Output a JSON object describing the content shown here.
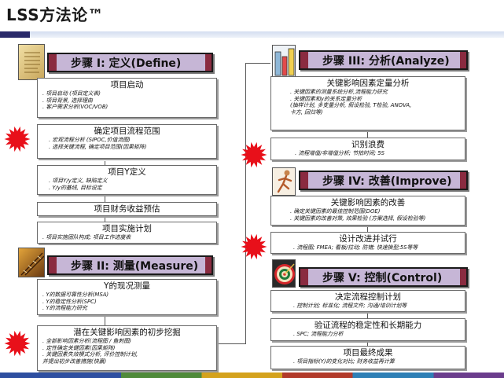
{
  "title": "LSS方法论™",
  "steps": [
    {
      "key": "define",
      "label": "步骤 I:  定义(Define)",
      "icon": "scroll-icon",
      "boxes": [
        {
          "title": "项目启动",
          "lines": [
            ". 项目启动 (项目定义表)",
            ". 项目背景, 选择理由",
            ". 客户需求分析(VOC/VOB)"
          ]
        },
        {
          "title": "确定项目流程范围",
          "lines": [
            ". 宏观流程分析 (SIPOC,价值流图)",
            ". 选择关键流程, 确定项目范围(因果矩阵)"
          ]
        },
        {
          "title": "项目Y定义",
          "lines": [
            ". 项目Y/y定义, 缺陷定义",
            ". Y/y的基线, 目标设定"
          ]
        },
        {
          "title": "项目财务收益预估",
          "lines": []
        },
        {
          "title": "项目实施计划",
          "lines": [
            ". 项目实施团队构成;  项目工作进度表"
          ]
        }
      ]
    },
    {
      "key": "measure",
      "label": "步骤 II:  测量(Measure)",
      "icon": "ruler-icon",
      "boxes": [
        {
          "title": "Y的现况测量",
          "lines": [
            ". Y的数据可靠性分析(MSA)",
            ". Y的稳定性分析(SPC)",
            ". Y的流程能力研究"
          ]
        },
        {
          "title": "潜在关键影响因素的初步挖掘",
          "lines": [
            ". 全部影响因素分析(流程图  / 鱼刺图)",
            ". 定性确定关键因素(因果矩阵)",
            ". 关键因素失效模式分析, 评价控制计划,",
            "  并提出初步改善措施(快赢)"
          ]
        }
      ]
    },
    {
      "key": "analyze",
      "label": "步骤 III:  分析(Analyze)",
      "icon": "flask-icon",
      "boxes": [
        {
          "title": "关键影响因素定量分析",
          "lines": [
            ". 关键因素的测量系统分析,流程能力研究",
            ". 关键因素和y的关系定量分析",
            "  (抽样计划, 多变量分析, 假设检验, T检验, ANOVA,",
            "  卡方, 回归等)"
          ]
        },
        {
          "title": "识别浪费",
          "lines": [
            ". 流程增值/非增值分析;  节拍时间;  5S"
          ]
        }
      ]
    },
    {
      "key": "improve",
      "label": "步骤 IV:  改善(Improve)",
      "icon": "runner-icon",
      "boxes": [
        {
          "title": "关键影响因素的改善",
          "lines": [
            ". 确定关键因素的最佳控制范围(DOE)",
            ". 关键因素的改善对策, 效果检验 (方案选择, 假设检验等)"
          ]
        },
        {
          "title": "设计改进并试行",
          "lines": [
            ". 流程图;  FMEA;  看板/拉动;  防错;  快速换型;5S等等"
          ]
        }
      ]
    },
    {
      "key": "control",
      "label": "步骤 V:  控制(Control)",
      "icon": "dartboard-icon",
      "boxes": [
        {
          "title": "决定流程控制计划",
          "lines": [
            ". 控制计划;  标准化;  流程文件;  沟通/培训计划等"
          ]
        },
        {
          "title": "验证流程的稳定性和长期能力",
          "lines": [
            ". SPC;  流程能力分析"
          ]
        },
        {
          "title": "项目最终成果",
          "lines": [
            ". 项目指标(Y)的变化对比;  财务收益再计算"
          ]
        }
      ]
    }
  ],
  "colors": {
    "header_fill": "#c6b6d6",
    "header_accent": "#8a2b40",
    "star": "#e8101a",
    "title_bar": "#2a2a6a"
  }
}
